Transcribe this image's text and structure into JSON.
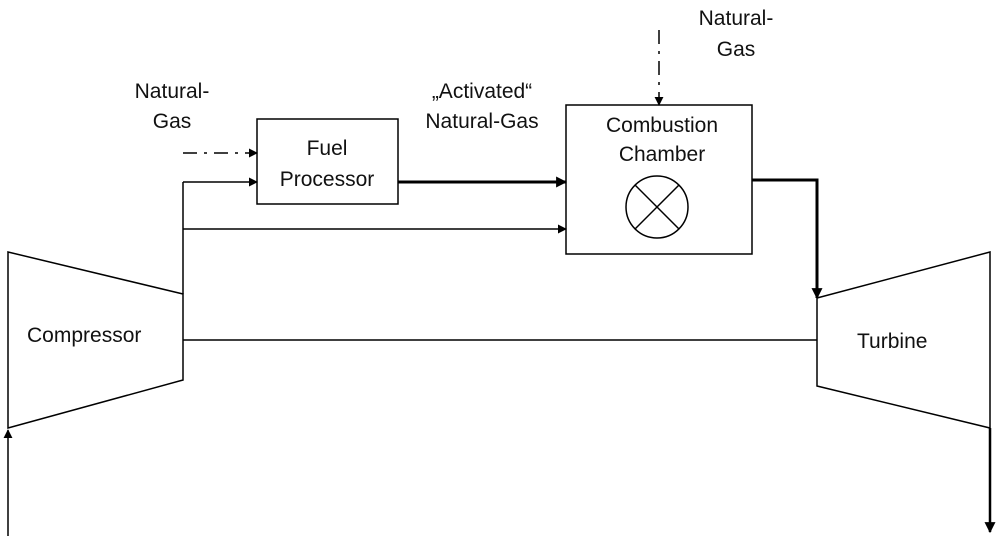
{
  "labels": {
    "compressor": "Compressor",
    "turbine": "Turbine",
    "fuel_processor": [
      "Fuel",
      "Processor"
    ],
    "combustion_chamber": [
      "Combustion",
      "Chamber"
    ],
    "natural_gas_left": [
      "Natural-",
      "Gas"
    ],
    "natural_gas_top": [
      "Natural-",
      "Gas"
    ],
    "activated_gas": [
      "„Activated“",
      "Natural-Gas"
    ]
  },
  "colors": {
    "line": "#000000",
    "background": "#ffffff"
  }
}
